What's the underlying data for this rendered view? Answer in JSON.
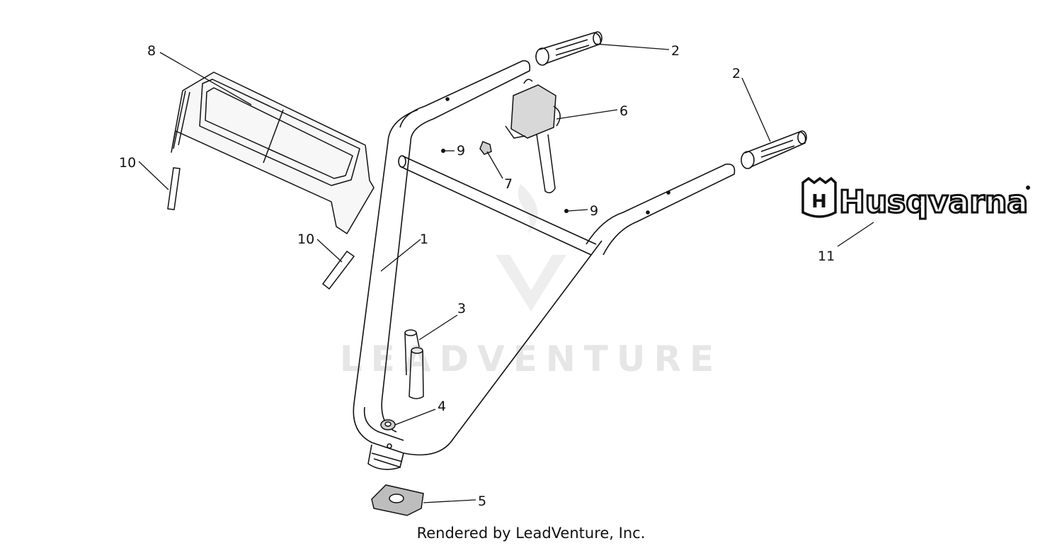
{
  "callouts": [
    {
      "id": "1",
      "label": "1"
    },
    {
      "id": "2a",
      "label": "2"
    },
    {
      "id": "2b",
      "label": "2"
    },
    {
      "id": "3",
      "label": "3"
    },
    {
      "id": "4",
      "label": "4"
    },
    {
      "id": "5",
      "label": "5"
    },
    {
      "id": "6",
      "label": "6"
    },
    {
      "id": "7",
      "label": "7"
    },
    {
      "id": "8",
      "label": "8"
    },
    {
      "id": "9a",
      "label": "9"
    },
    {
      "id": "9b",
      "label": "9"
    },
    {
      "id": "10a",
      "label": "10"
    },
    {
      "id": "10b",
      "label": "10"
    },
    {
      "id": "11",
      "label": "11"
    }
  ],
  "watermark": "LEADVENTURE",
  "brand_logo": "Husqvarna",
  "footer": "Rendered by LeadVenture, Inc.",
  "colors": {
    "line": "#111111",
    "watermark": "#e6e6e6"
  }
}
